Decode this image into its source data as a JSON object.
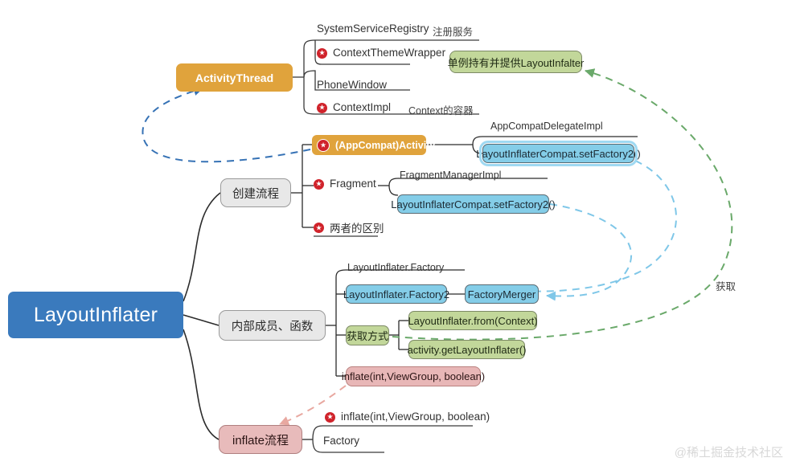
{
  "diagram": {
    "root": {
      "label": "LayoutInflater"
    },
    "watermark": "@稀土掘金技术社区",
    "branches": [
      {
        "id": "create",
        "label": "创建流程"
      },
      {
        "id": "members",
        "label": "内部成员、函数"
      },
      {
        "id": "inflate",
        "label": "inflate流程"
      }
    ],
    "activity_thread": {
      "label": "ActivityThread",
      "children": [
        {
          "label": "SystemServiceRegistry",
          "annotation": "注册服务"
        },
        {
          "label": "ContextThemeWrapper",
          "annotation": ""
        },
        {
          "label": "PhoneWindow",
          "annotation": ""
        },
        {
          "label": "ContextImpl",
          "annotation": "Context的容器"
        }
      ]
    },
    "note_singleton": "单例持有并提供LayoutInfalter",
    "create_flow": {
      "appcompat_activity": "(AppCompat)Activity",
      "appcompat_delegate": "AppCompatDelegateImpl",
      "appcompat_setfactory": "LayoutInflaterCompat.setFactory2()",
      "fragment": "Fragment",
      "fragment_manager": "FragmentManagerImpl",
      "fragment_setfactory": "LayoutInflaterCompat.setFactory2()",
      "difference": "两者的区别"
    },
    "members": {
      "factory_header": "LayoutInflater.Factory",
      "factory2": "LayoutInflater.Factory2",
      "factory_merger": "FactoryMerger",
      "acquire_label": "获取方式",
      "acquire_options": [
        "LayoutInflater.from(Context)",
        "activity.getLayoutInflater()"
      ],
      "inflate_method": "inflate(int,ViewGroup, boolean)"
    },
    "inflate_flow": {
      "label": "inflate流程",
      "children": [
        "inflate(int,ViewGroup, boolean)",
        "Factory"
      ]
    },
    "edge_labels": {
      "acquire": "获取"
    },
    "colors": {
      "root": "#3a7abd",
      "orange": "#e0a33c",
      "blue": "#84cde8",
      "green": "#c2d79a",
      "pink": "#e8b7b7",
      "grey": "#e8e8e8",
      "arrow_blue": "#3672b5",
      "arrow_lightblue": "#7fc7e8",
      "arrow_green": "#6aa96a",
      "arrow_pink": "#e8a8a0"
    }
  }
}
